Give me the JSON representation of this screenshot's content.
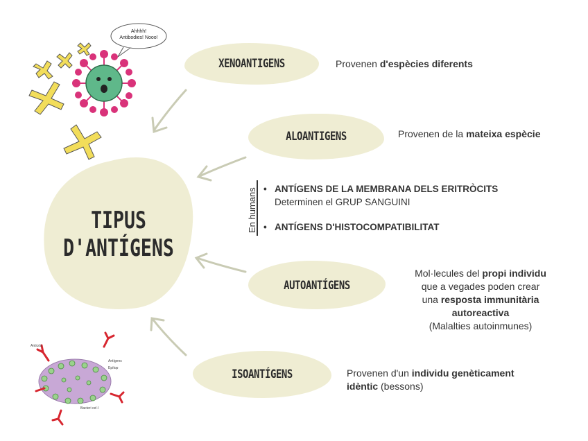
{
  "center": {
    "line1": "TIPUS",
    "line2": "D'ANTÍGENS"
  },
  "nodes": [
    {
      "id": "xeno",
      "label": "XENOANTIGENS",
      "desc_plain": "Provenen ",
      "desc_bold": "d'espècies diferents"
    },
    {
      "id": "alo",
      "label": "ALOANTIGENS",
      "desc_plain": "Provenen de la ",
      "desc_bold": "mateixa espècie"
    },
    {
      "id": "auto",
      "label": "AUTOANTÍGENS"
    },
    {
      "id": "iso",
      "label": "ISOANTÍGENS"
    }
  ],
  "auto_desc": {
    "l1_plain": "Mol·lecules del ",
    "l1_bold": "propi individu",
    "l2": "que a vegades poden crear",
    "l3_plain": "una ",
    "l3_bold": "resposta immunitària",
    "l4_bold": "autoreactiva",
    "l5": "(Malalties autoinmunes)"
  },
  "iso_desc": {
    "l1_plain": "Provenen d'un ",
    "l1_bold": "individu genèticament",
    "l2_bold": "idèntic",
    "l2_plain": " (bessons)"
  },
  "humans": {
    "vertical_label": "En humans",
    "bullet1": "ANTÍGENS DE LA MEMBRANA DELS ERITRÒCITS",
    "bullet1_sub": "Determinen el  GRUP SANGUINI",
    "bullet2": "ANTÍGENS D'HISTOCOMPATIBILITAT"
  },
  "virus_bubble": {
    "line1": "Ahhhh!",
    "line2": "Antibodies! Nooo!"
  },
  "cell_labels": {
    "antibody": "Anticòs",
    "ag": "Antígens",
    "label": "Epítop",
    "bottom": "Bacteri cel·l"
  },
  "colors": {
    "blob": "#efedd3",
    "arrow": "#c9cbb4",
    "virus_body": "#5fb88a",
    "virus_spike": "#d9337a",
    "antibody_yellow": "#f2dd5a",
    "cell_purple": "#c8a8d6",
    "antigen_green": "#9ad28c",
    "antibody_red": "#d7262f"
  }
}
